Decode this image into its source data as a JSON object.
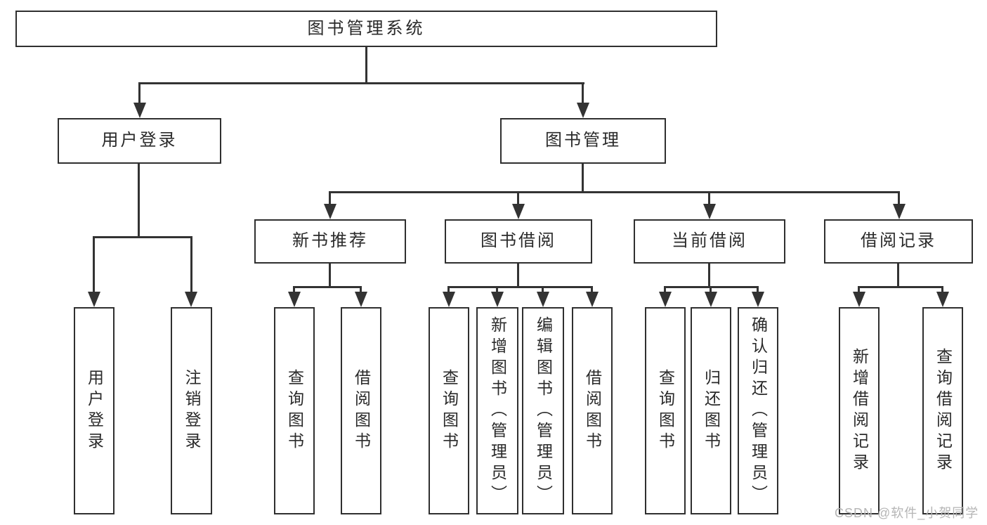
{
  "diagram": {
    "root": "图书管理系统",
    "level2": {
      "user_login": "用户登录",
      "book_mgmt": "图书管理"
    },
    "level3": {
      "new_books": "新书推荐",
      "book_borrow": "图书借阅",
      "current_borrow": "当前借阅",
      "borrow_records": "借阅记录"
    },
    "leaves": {
      "user_login": [
        "用户登录",
        "注销登录"
      ],
      "new_books": [
        "查询图书",
        "借阅图书"
      ],
      "book_borrow": [
        "查询图书",
        "新增图书（管理员）",
        "编辑图书（管理员）",
        "借阅图书"
      ],
      "current_borrow": [
        "查询图书",
        "归还图书",
        "确认归还（管理员）"
      ],
      "borrow_records": [
        "新增借阅记录",
        "查询借阅记录"
      ]
    }
  },
  "watermark": "CSDN @软件_小贺同学",
  "colors": {
    "line": "#333333",
    "box_border": "#2f2f2f",
    "text": "#2a2a2a",
    "watermark": "#b5b5b5",
    "background": "#ffffff"
  }
}
